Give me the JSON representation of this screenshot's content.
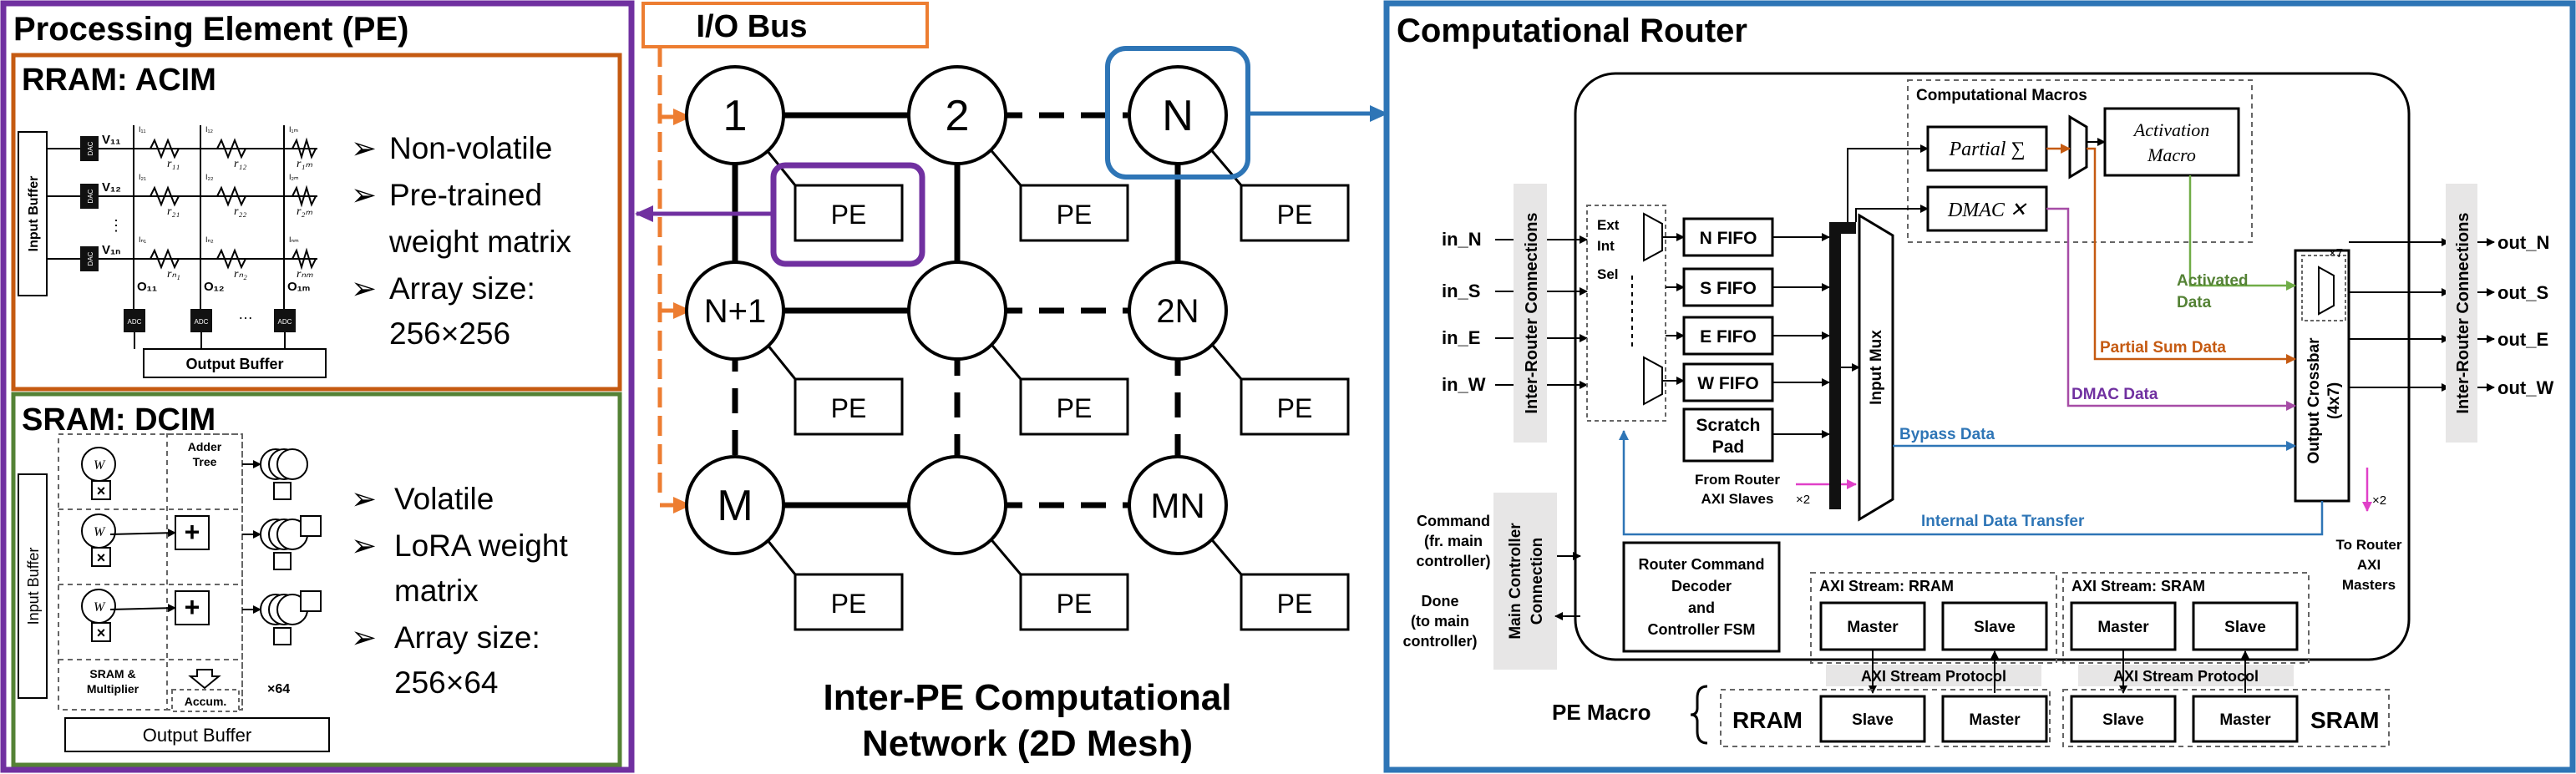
{
  "colors": {
    "pe_purple": "#7030a0",
    "rram_orange": "#c55a11",
    "sram_green": "#548235",
    "io_orange": "#ed7d31",
    "router_blue": "#2e75b6",
    "activated_green": "#70ad47",
    "dmac_purple": "#a64ca6",
    "magenta": "#e040c8",
    "gray_band": "#e7e6e6"
  },
  "pe": {
    "title": "Processing Element (PE)",
    "rram": {
      "title": "RRAM: ACIM",
      "input_buffer": "Input Buffer",
      "output_buffer": "Output Buffer",
      "dac": "DAC",
      "adc": "ADC",
      "row_inputs": [
        "V₁₁",
        "V₁₂",
        "V₁ₙ"
      ],
      "row_dots": "⋮",
      "col_outputs": [
        "O₁₁",
        "O₁₂",
        "O₁ₘ"
      ],
      "col_dots": "…",
      "resistors": [
        [
          "r₁₁",
          "r₁₂",
          "r₁ₘ"
        ],
        [
          "r₂₁",
          "r₂₂",
          "r₂ₘ"
        ],
        [
          "rₙ₁",
          "rₙ₂",
          "rₙₘ"
        ]
      ],
      "currents": [
        [
          "I₁₁",
          "I₁₂",
          "I₁ₘ"
        ],
        [
          "I₂₁",
          "I₂₂",
          "I₂ₘ"
        ],
        [
          "Iₙ₁",
          "Iₙ₂",
          "Iₙₘ"
        ]
      ],
      "bullets": [
        "Non-volatile",
        "Pre-trained",
        "weight matrix",
        "Array size:",
        "256×256"
      ]
    },
    "sram": {
      "title": "SRAM: DCIM",
      "input_buffer": "Input Buffer",
      "output_buffer": "Output Buffer",
      "adder_tree": [
        "Adder",
        "Tree"
      ],
      "sram_mult": [
        "SRAM &",
        "Multiplier"
      ],
      "accum": "Accum.",
      "x64": "×64",
      "weight": "W",
      "plus": "+",
      "times": "×",
      "bullets": [
        "Volatile",
        "LoRA weight",
        "matrix",
        "Array size:",
        "256×64"
      ]
    }
  },
  "io_bus": "I/O Bus",
  "mesh": {
    "nodes": [
      "1",
      "2",
      "N",
      "N+1",
      "",
      "2N",
      "M",
      "",
      "MN"
    ],
    "pe_label": "PE",
    "caption": [
      "Inter-PE Computational",
      "Network (2D Mesh)"
    ]
  },
  "router": {
    "title": "Computational Router",
    "inputs": [
      "in_N",
      "in_S",
      "in_E",
      "in_W"
    ],
    "outputs": [
      "out_N",
      "out_S",
      "out_E",
      "out_W"
    ],
    "inter_router_left": "Inter-Router Connections",
    "inter_router_right": "Inter-Router Connections",
    "mux_labels": [
      "Ext",
      "Int",
      "Sel"
    ],
    "fifos": [
      "N FIFO",
      "S FIFO",
      "E FIFO",
      "W FIFO"
    ],
    "scratch_pad": [
      "Scratch",
      "Pad"
    ],
    "from_router": [
      "From Router",
      "AXI Slaves"
    ],
    "x2_in": "×2",
    "input_mux": "Input Mux",
    "comp_macros": "Computational Macros",
    "partial_sum": "Partial ∑",
    "activation_macro": [
      "Activation",
      "Macro"
    ],
    "dmac": "DMAC ✕",
    "activated_data": [
      "Activated",
      "Data"
    ],
    "partial_sum_data": "Partial Sum Data",
    "dmac_data": "DMAC Data",
    "bypass_data": "Bypass Data",
    "internal_data_transfer": "Internal Data Transfer",
    "output_crossbar": "Output Crossbar",
    "output_crossbar_size": "(4x7)",
    "x7": "×7",
    "x2_out": "×2",
    "to_router": [
      "To Router",
      "AXI",
      "Masters"
    ],
    "command": [
      "Command",
      "(fr. main",
      "controller)"
    ],
    "done": [
      "Done",
      "(to main",
      "controller)"
    ],
    "main_controller": [
      "Main Controller",
      "Connection"
    ],
    "cmd_decoder": [
      "Router Command",
      "Decoder",
      "and",
      "Controller FSM"
    ],
    "axi_rram": "AXI Stream: RRAM",
    "axi_sram": "AXI Stream: SRAM",
    "master": "Master",
    "slave": "Slave",
    "axi_protocol": "AXI Stream Protocol",
    "pe_macro": "PE Macro",
    "rram": "RRAM",
    "sram": "SRAM"
  }
}
